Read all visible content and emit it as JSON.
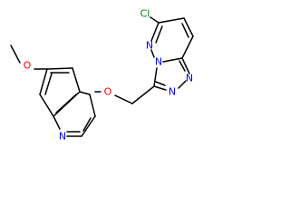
{
  "molecule": {
    "atom_labels": {
      "O_methoxy": "O",
      "N_quinoline": "N",
      "O_ether": "O",
      "Cl": "Cl",
      "N_pyridazine_5": "N",
      "N_bridgehead": "N",
      "N_triazole_1": "N",
      "N_triazole_2": "N"
    },
    "colors": {
      "bond": "#000000",
      "O": "#ff0000",
      "N": "#0000ff",
      "Cl": "#008000"
    }
  }
}
